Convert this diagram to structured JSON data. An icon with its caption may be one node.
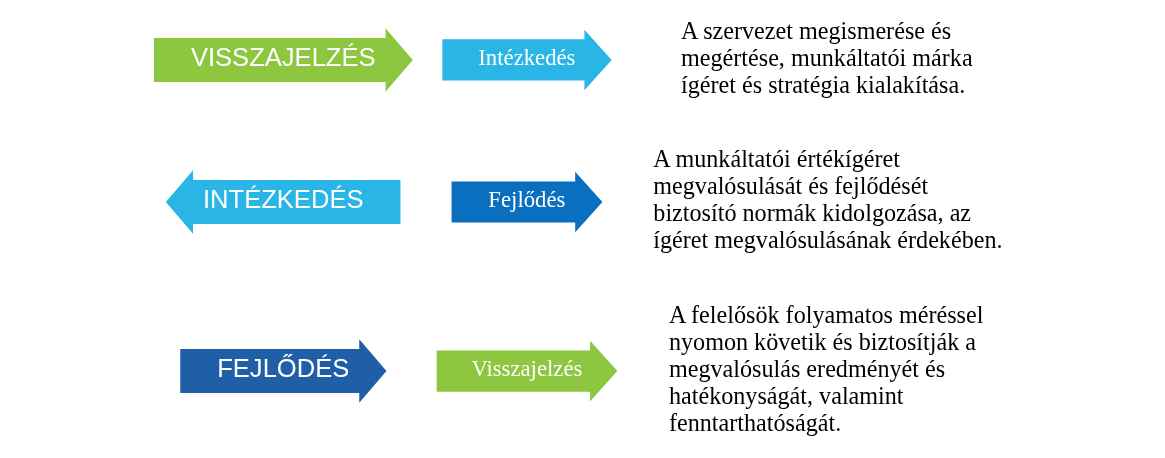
{
  "diagram": {
    "nodes": [
      {
        "text": [
          "VISSZAJELZÉS"
        ]
      },
      {
        "text": [
          "INTÉZKEDÉS"
        ]
      },
      {
        "text": [
          "FEJLŐDÉS"
        ]
      },
      {
        "text": [
          "Intézkedés"
        ],
        "beside": [
          "A szervezet megismerése és megértése, munkáltatói márka ígéret és stratégia kialakítása."
        ]
      },
      {
        "text": [
          "Fejlődés"
        ],
        "beside": [
          "A munkáltatói értékígéret megvalósulását és fejlődését biztosító normák kidolgozása, az ígéret megvalósulásának érdekében."
        ]
      },
      {
        "text": [
          "Visszajelzés"
        ],
        "beside": [
          "A felelősök folyamatos méréssel nyomon követik és biztosítják a megvalósulás eredményét és hatékonyságát, valamint fenntarthatóságát."
        ]
      }
    ]
  }
}
